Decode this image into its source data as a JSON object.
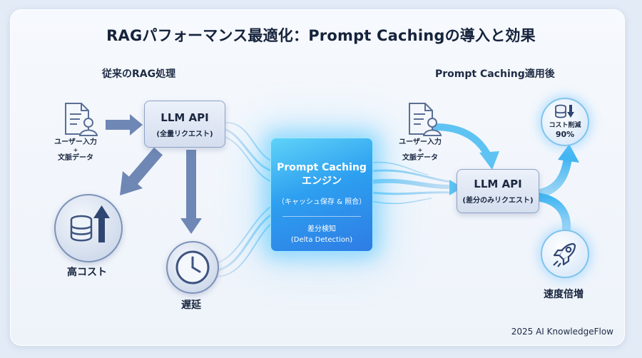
{
  "title": "RAGパフォーマンス最適化：Prompt Cachingの導入と効果",
  "left": {
    "section_title": "従来のRAG処理",
    "input_line1": "ユーザー入力",
    "input_plus": "+",
    "input_line2": "文脈データ",
    "llm_title": "LLM API",
    "llm_sub": "(全量リクエスト)",
    "high_cost_label": "高コスト",
    "delay_label": "遅延"
  },
  "engine": {
    "title_line1": "Prompt Caching",
    "title_line2": "エンジン",
    "sub": "（キャッシュ保存 & 照合）",
    "delta_line1": "差分検知",
    "delta_line2": "(Delta Detection)"
  },
  "right": {
    "section_title": "Prompt Caching適用後",
    "input_line1": "ユーザー入力",
    "input_plus": "+",
    "input_line2": "文脈データ",
    "llm_title": "LLM API",
    "llm_sub": "(差分のみリクエスト)",
    "cost_line1": "コスト削減",
    "cost_line2": "90%",
    "speed_label": "速度倍増"
  },
  "footer": "2025 AI KnowledgeFlow",
  "colors": {
    "dark_arrow": "#6d85b2",
    "light_arrow": "#5ec3f3",
    "engine_blue": "#2d9ff0",
    "text": "#16233c"
  }
}
